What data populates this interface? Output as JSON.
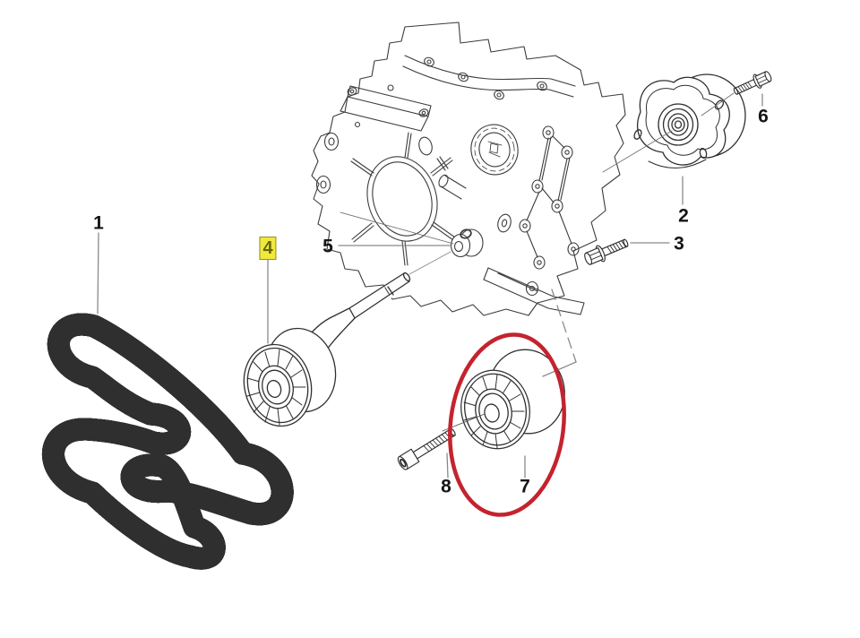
{
  "callouts": [
    {
      "label": "1",
      "highlighted": false,
      "circled": false
    },
    {
      "label": "2",
      "highlighted": false,
      "circled": false
    },
    {
      "label": "3",
      "highlighted": false,
      "circled": false
    },
    {
      "label": "4",
      "highlighted": true,
      "circled": false
    },
    {
      "label": "5",
      "highlighted": false,
      "circled": false
    },
    {
      "label": "6",
      "highlighted": false,
      "circled": false
    },
    {
      "label": "7",
      "highlighted": false,
      "circled": true
    },
    {
      "label": "8",
      "highlighted": false,
      "circled": false
    }
  ],
  "markers": {
    "highlight_box_color": "#f0e93c",
    "highlight_text_color": "#66660e",
    "selection_circle_color": "#c4232e",
    "leader_line_color": "#8a8a8a",
    "artwork_line_color": "#3a3a3a"
  }
}
